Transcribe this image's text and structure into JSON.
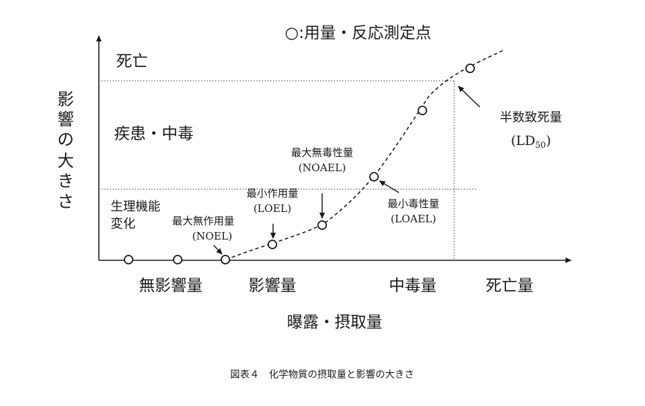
{
  "legend": "○:用量・反応測定点",
  "y_axis_label": [
    "影",
    "響",
    "の",
    "大",
    "き",
    "さ"
  ],
  "x_axis_label": "曝露・摂取量",
  "caption": "図表４　化学物質の摂取量と影響の大きさ",
  "regions": {
    "death": "死亡",
    "disease": "疾患・中毒",
    "physiological_1": "生理機能",
    "physiological_2": "変化"
  },
  "x_categories": {
    "no_effect": "無影響量",
    "effect": "影響量",
    "toxic": "中毒量",
    "lethal": "死亡量"
  },
  "annotations": {
    "noel_1": "最大無作用量",
    "noel_2": "(NOEL)",
    "loel_1": "最小作用量",
    "loel_2": "(LOEL)",
    "noael_1": "最大無毒性量",
    "noael_2": "(NOAEL)",
    "loael_1": "最小毒性量",
    "loael_2": "(LOAEL)",
    "ld50_1": "半数致死量",
    "ld50_prefix": "(LD",
    "ld50_sub": "50",
    "ld50_suffix": ")"
  },
  "colors": {
    "ink": "#1a1a1a",
    "background": "#ffffff"
  }
}
